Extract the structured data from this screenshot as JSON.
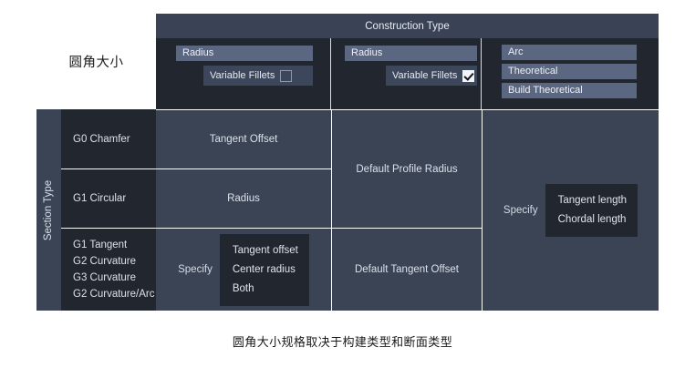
{
  "figure": {
    "row_group_label": "圆角大小",
    "caption": "圆角大小规格取决于构建类型和断面类型"
  },
  "header": {
    "construction_type": "Construction Type"
  },
  "construction_columns": [
    {
      "id": "radius-no-variable",
      "chip": "Radius",
      "variable_fillets_label": "Variable Fillets",
      "variable_fillets_checked": false
    },
    {
      "id": "radius-variable",
      "chip": "Radius",
      "variable_fillets_label": "Variable Fillets",
      "variable_fillets_checked": true
    },
    {
      "id": "arc-theoretical",
      "chips": [
        "Arc",
        "Theoretical",
        "Build Theoretical"
      ]
    }
  ],
  "section_type": {
    "rail_label": "Section Type",
    "rows": [
      {
        "id": "g0-chamfer",
        "lines": [
          "G0 Chamfer"
        ]
      },
      {
        "id": "g1-circular",
        "lines": [
          "G1 Circular"
        ]
      },
      {
        "id": "g1-tangent-group",
        "lines": [
          "G1 Tangent",
          "G2 Curvature",
          "G3 Curvature",
          "G2 Curvature/Arc"
        ]
      }
    ]
  },
  "cells": {
    "col1_row1": "Tangent Offset",
    "col1_row2": "Radius",
    "col1_row3": {
      "specify_label": "Specify",
      "options": [
        "Tangent offset",
        "Center radius",
        "Both"
      ]
    },
    "col2_rows12": "Default Profile Radius",
    "col2_row3": "Default Tangent Offset",
    "col3_all": {
      "specify_label": "Specify",
      "options": [
        "Tangent length",
        "Chordal length"
      ]
    }
  },
  "colors": {
    "page_background": "#ffffff",
    "header_band": "#3a4356",
    "config_strip": "#22262f",
    "cell_fill": "#3a4455",
    "chip_fill": "#5b6780",
    "grid_line": "#ffffff",
    "text_light": "#dbe1ea",
    "text_dark": "#1a1a1a"
  }
}
